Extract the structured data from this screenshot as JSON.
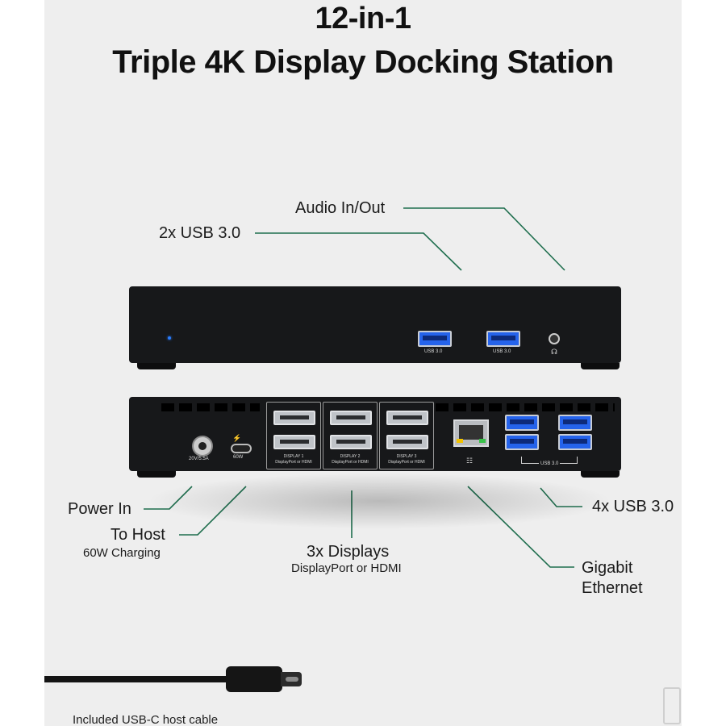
{
  "title": {
    "line1": "12-in-1",
    "line2": "Triple 4K Display Docking Station"
  },
  "callouts": {
    "audio": "Audio In/Out",
    "usb_front": "2x USB 3.0",
    "power": "Power In",
    "to_host": "To Host",
    "to_host_sub": "60W Charging",
    "displays": "3x Displays",
    "displays_sub": "DisplayPort or HDMI",
    "usb_back": "4x USB 3.0",
    "ethernet_line1": "Gigabit",
    "ethernet_line2": "Ethernet"
  },
  "device_labels": {
    "usb30_left": "USB 3.0",
    "usb30_right": "USB 3.0",
    "usb30_back": "USB 3.0",
    "dc_rating": "20V/5.5A",
    "usbc_watt": "60W",
    "display1": "DISPLAY 1",
    "display2": "DISPLAY 2",
    "display3": "DISPLAY 3",
    "display_sub": "DisplayPort or HDMI"
  },
  "caption": "Included USB-C host cable",
  "colors": {
    "leader_line": "#1f6e4e",
    "device": "#17181a",
    "usb_blue": "#2563eb",
    "background": "#eeeeee"
  }
}
